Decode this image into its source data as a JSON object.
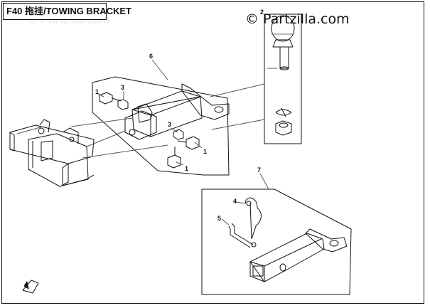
{
  "header": {
    "title": "F40 拖挂/TOWING BRACKET"
  },
  "watermark": {
    "text": "© Partzilla.com",
    "ghost_text": "© Partzilla.com"
  },
  "callouts": {
    "c1a": "1",
    "c1b": "1",
    "c1c": "1",
    "c2": "2",
    "c3a": "3",
    "c3b": "3",
    "c4": "4",
    "c5": "5",
    "c6": "6",
    "c7": "7"
  },
  "colors": {
    "line": "#111111",
    "leader": "#555555",
    "ghost": "#e6e6e6"
  },
  "icons": {
    "front_indicator": "fr-arrow-icon"
  }
}
